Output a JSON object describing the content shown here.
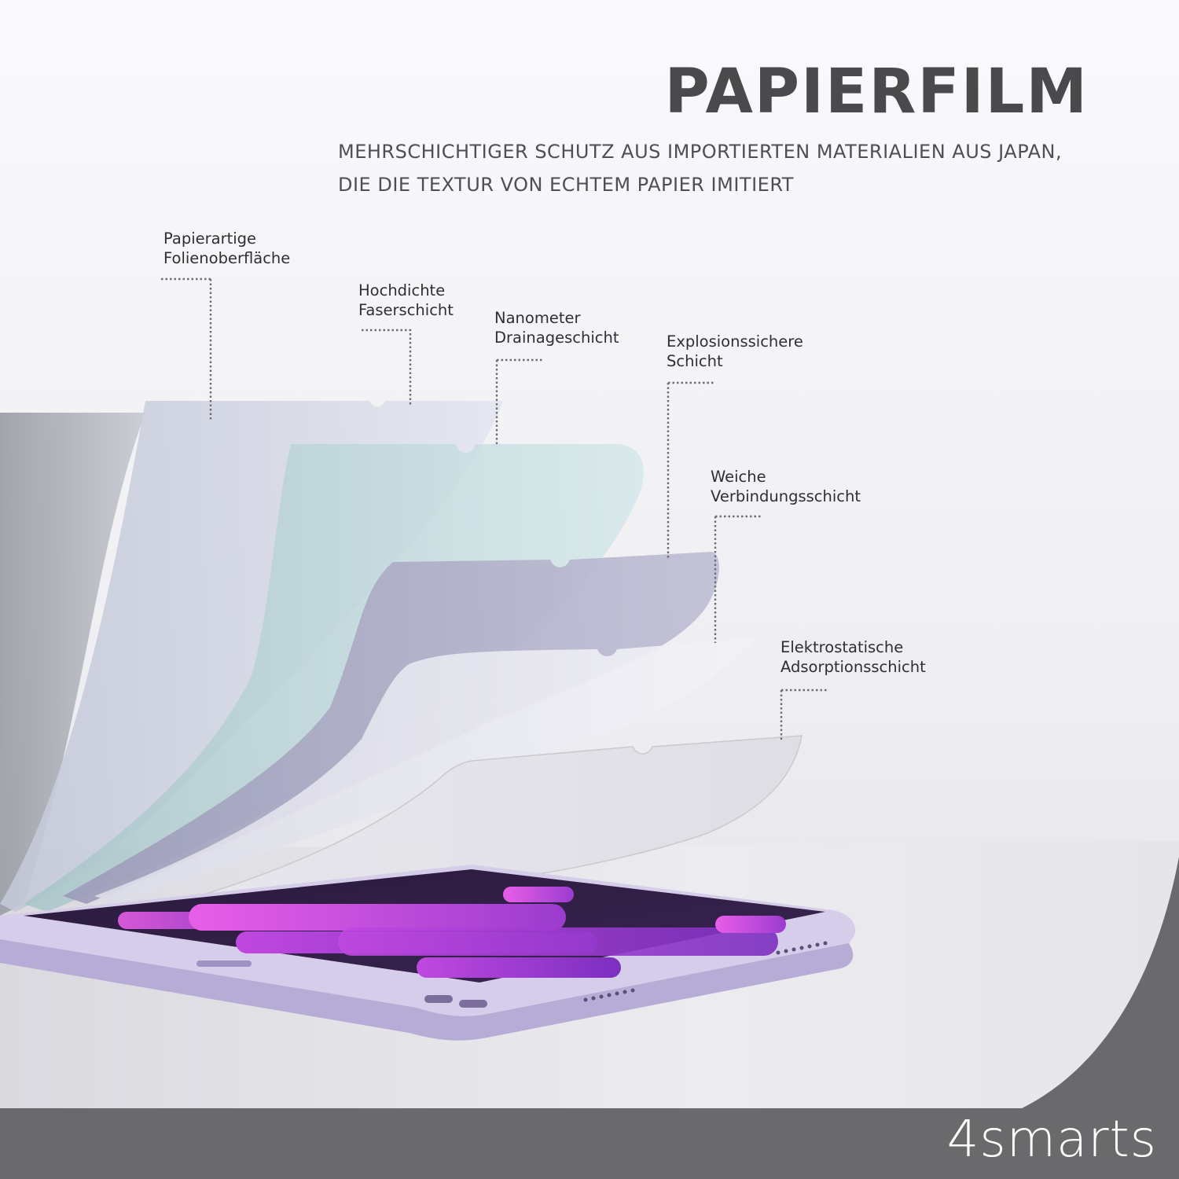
{
  "header": {
    "title": "PAPIERFILM",
    "subtitle_line1": "MEHRSCHICHTIGER SCHUTZ AUS IMPORTIERTEN MATERIALIEN AUS JAPAN,",
    "subtitle_line2": "DIE DIE TEXTUR VON ECHTEM PAPIER IMITIERT"
  },
  "layers": [
    {
      "line1": "Papierartige",
      "line2": "Folienoberfläche"
    },
    {
      "line1": "Hochdichte",
      "line2": "Faserschicht"
    },
    {
      "line1": "Nanometer",
      "line2": "Drainageschicht"
    },
    {
      "line1": "Explosionssichere",
      "line2": "Schicht"
    },
    {
      "line1": "Weiche",
      "line2": "Verbindungsschicht"
    },
    {
      "line1": "Elektrostatische",
      "line2": "Adsorptionsschicht"
    }
  ],
  "brand": {
    "logo_text": "4smarts"
  },
  "colors": {
    "background": "#f1f1f4",
    "footer_band": "#6a6a6c",
    "text_dark": "#4a4a4c",
    "tablet_frame": "#cfc6e6",
    "screen_accent": "#b23ad8"
  }
}
